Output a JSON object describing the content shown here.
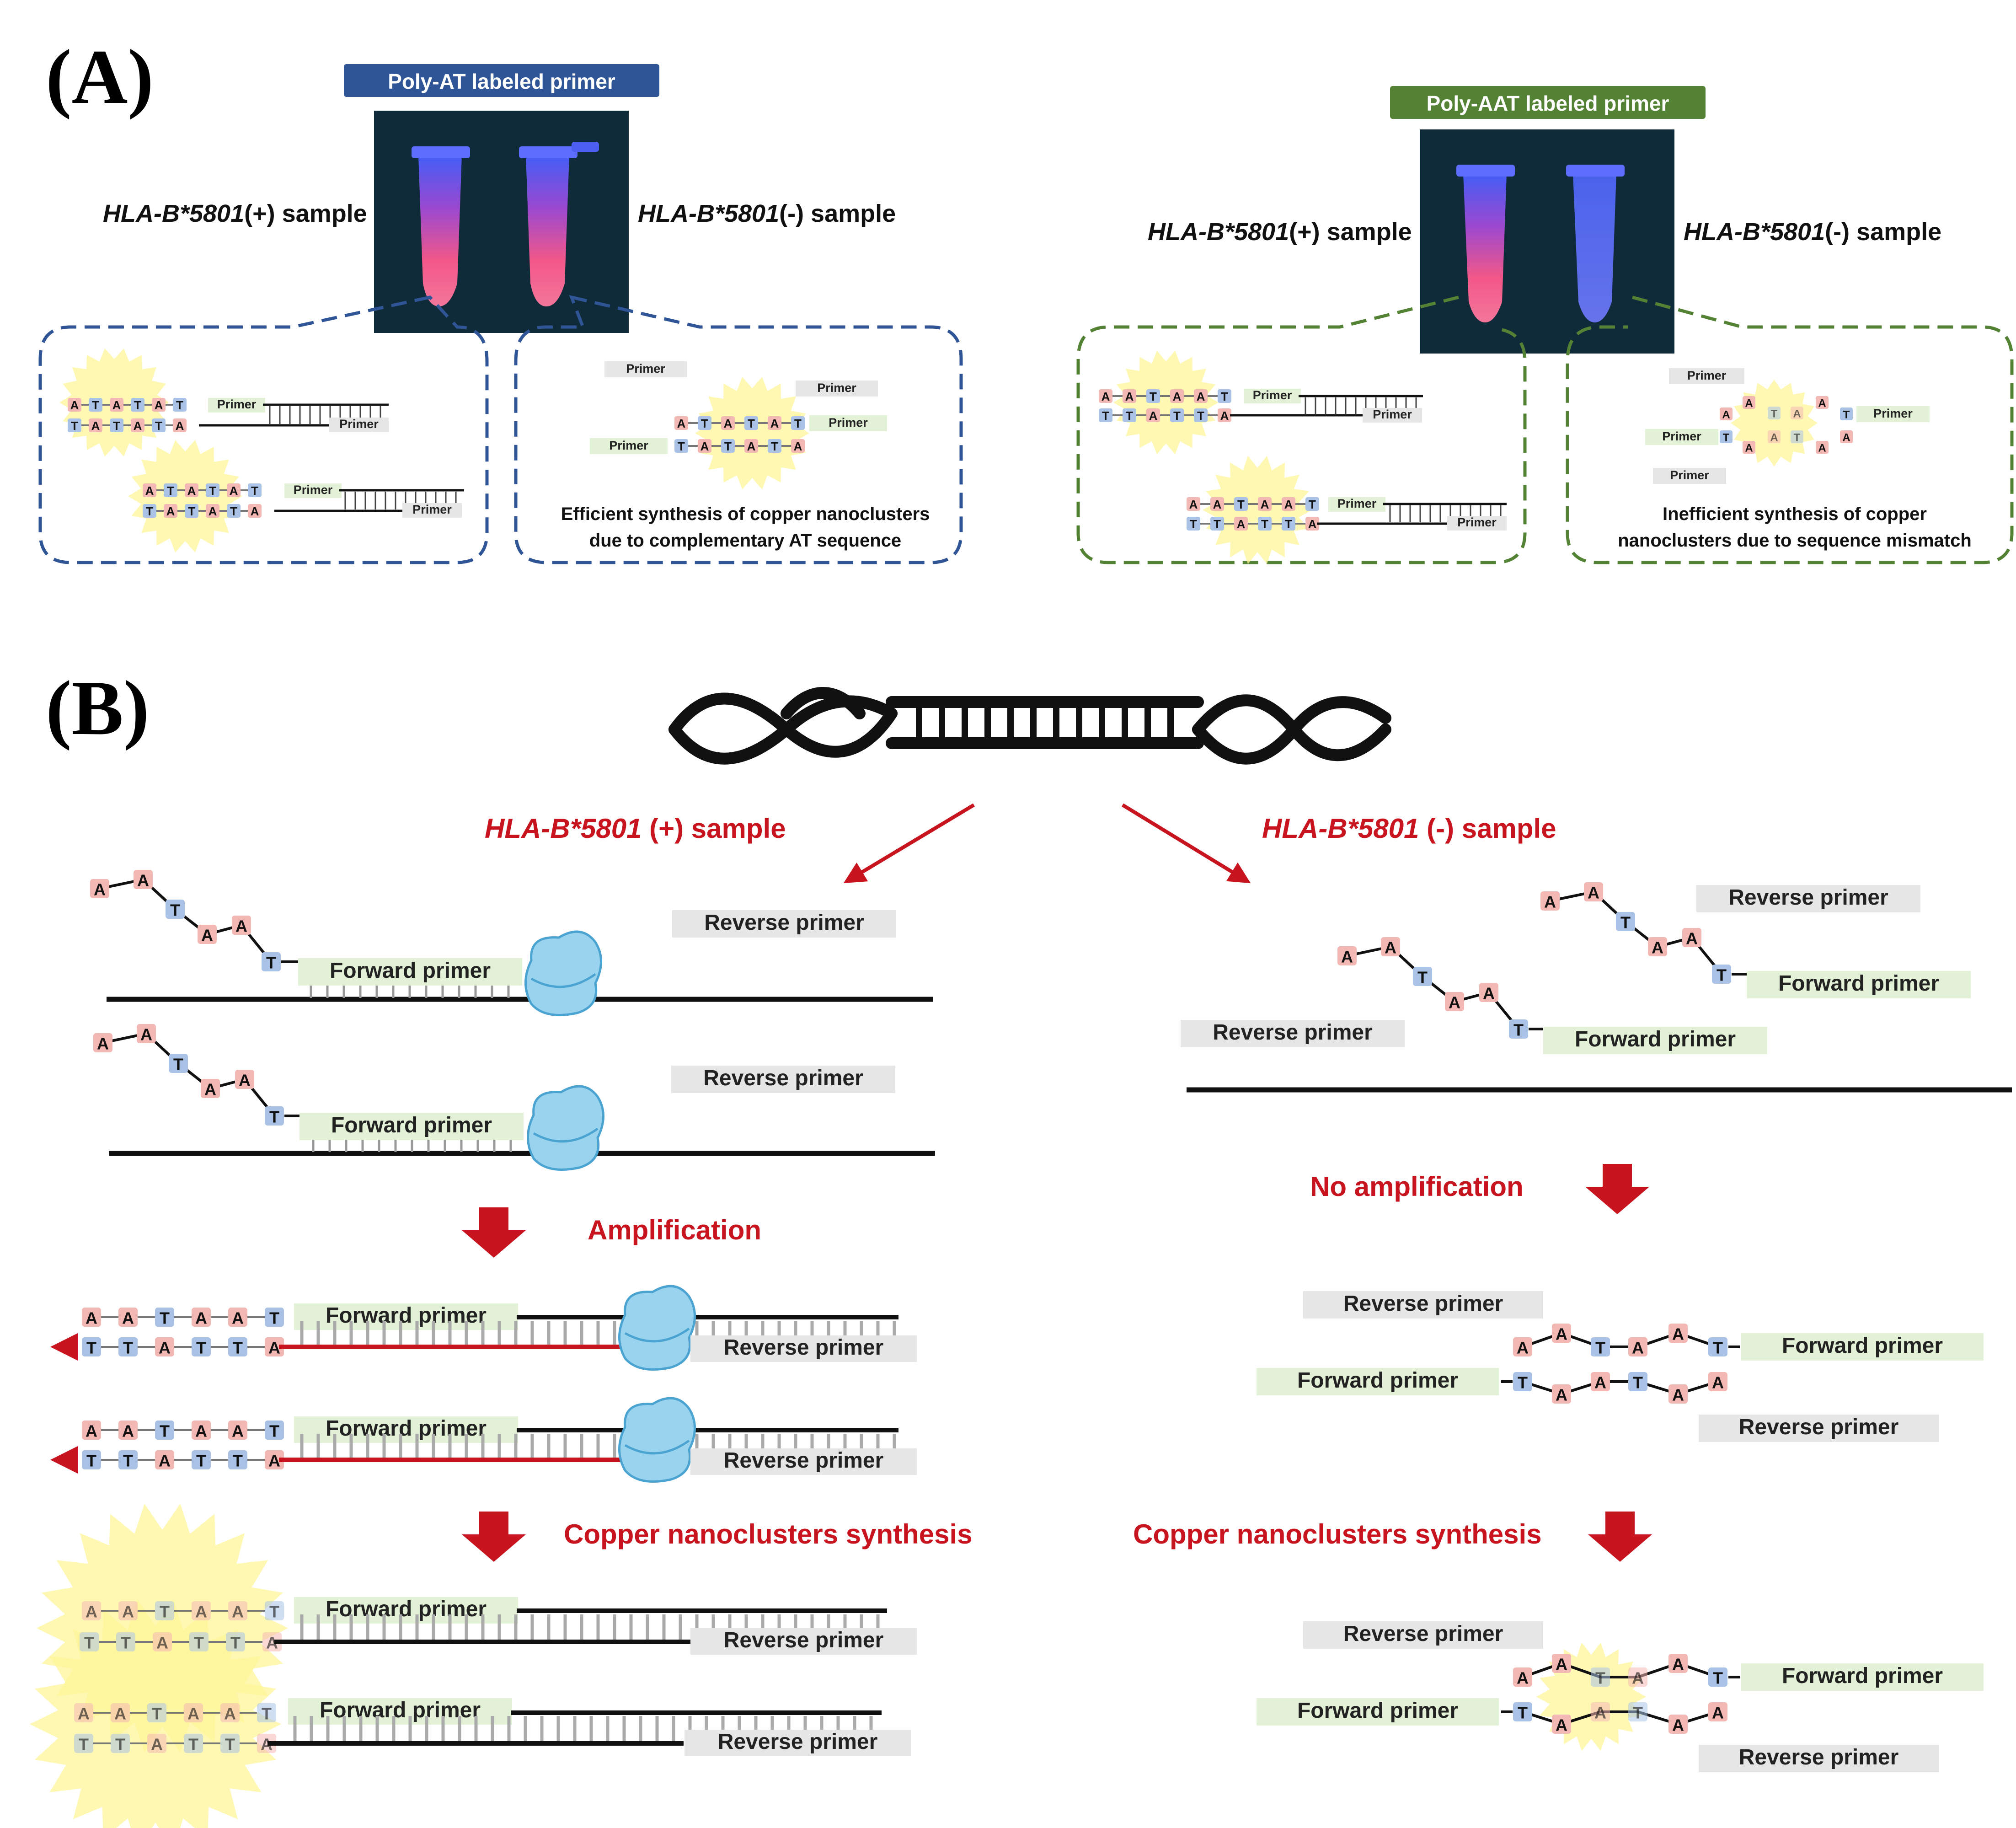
{
  "panel_a": {
    "label": "(A)",
    "left": {
      "title": "Poly-AT labeled primer",
      "title_color": "#2f5597",
      "pos_sample": {
        "gene": "HLA-B*5801",
        "suffix": "(+) sample"
      },
      "neg_sample": {
        "gene": "HLA-B*5801",
        "suffix": "(-) sample"
      },
      "caption_line1": "Efficient synthesis of copper nanoclusters",
      "caption_line2": "due to complementary AT sequence"
    },
    "right": {
      "title": "Poly-AAT labeled primer",
      "title_color": "#548235",
      "pos_sample": {
        "gene": "HLA-B*5801",
        "suffix": "(+) sample"
      },
      "neg_sample": {
        "gene": "HLA-B*5801",
        "suffix": "(-) sample"
      },
      "caption_line1": "Inefficient synthesis of copper",
      "caption_line2": "nanoclusters due to sequence mismatch"
    },
    "primer_label": "Primer"
  },
  "panel_b": {
    "label": "(B)",
    "pos_title": {
      "gene": "HLA-B*5801",
      "suffix": " (+) sample"
    },
    "neg_title": {
      "gene": "HLA-B*5801",
      "suffix": " (-) sample"
    },
    "amplification": "Amplification",
    "no_amplification": "No amplification",
    "synthesis_pos": "Copper nanoclusters synthesis",
    "synthesis_neg": "Copper nanoclusters synthesis",
    "forward_primer": "Forward primer",
    "reverse_primer": "Reverse primer"
  },
  "nucleotides": {
    "A": "A",
    "T": "T"
  },
  "colors": {
    "adenine": "#f4b8b4",
    "thymine": "#a9c2e6",
    "forward_primer": "#e3f1d6",
    "reverse_primer": "#e6e6e6",
    "nanocluster": "#fff59a",
    "accent_red": "#c8141e",
    "polymerase": "#9ad3ee",
    "tube_background": "#0f2a38"
  }
}
